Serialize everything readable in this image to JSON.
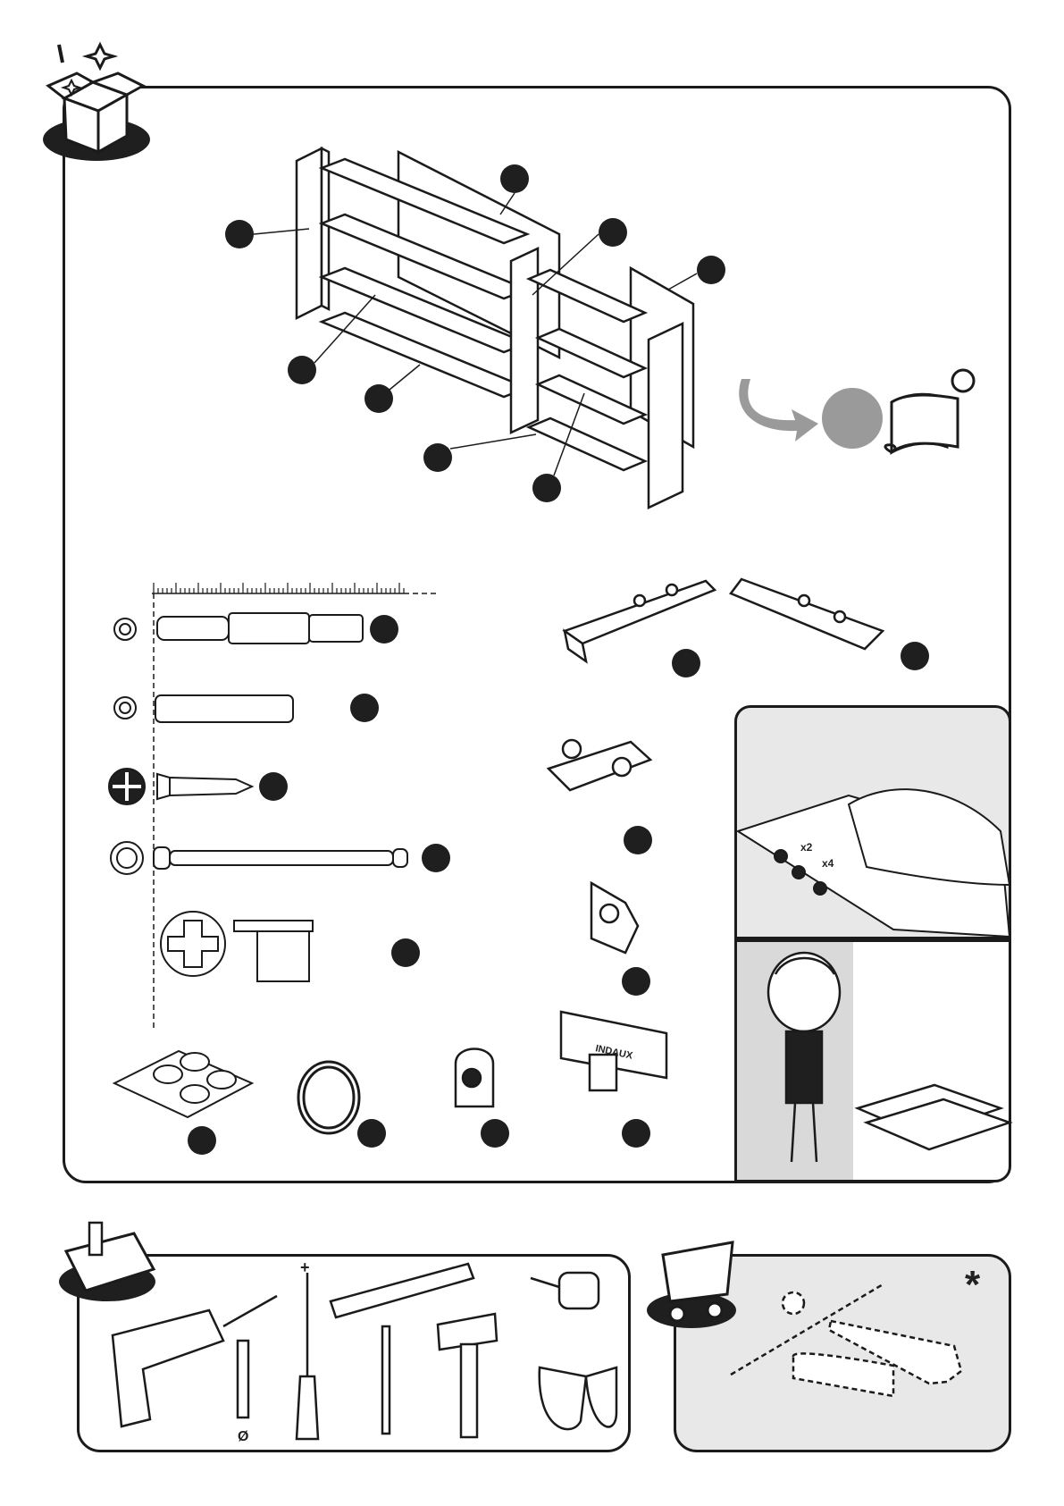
{
  "page": {
    "brand_logo_text": "INDAUX",
    "screw_panel": {
      "qty_1": "x2",
      "qty_2": "x4"
    },
    "tools": {
      "drill_bit_symbol": "Ø",
      "screwdriver_type_symbol": "+"
    },
    "optional_section": {
      "asterisk": "*"
    }
  },
  "icons": {
    "unbox": "open-box-icon",
    "toolbox": "toolbox-icon",
    "cart": "shopping-cart-icon",
    "book": "instruction-book-icon",
    "arrow": "curved-arrow-icon"
  },
  "colors": {
    "outline": "#1b1b1b",
    "label_disc": "#1f1f1f",
    "grey_disc": "#9a9a9a",
    "panel_bg": "#e8e8e8",
    "wall_bg": "#d9d9d9"
  }
}
